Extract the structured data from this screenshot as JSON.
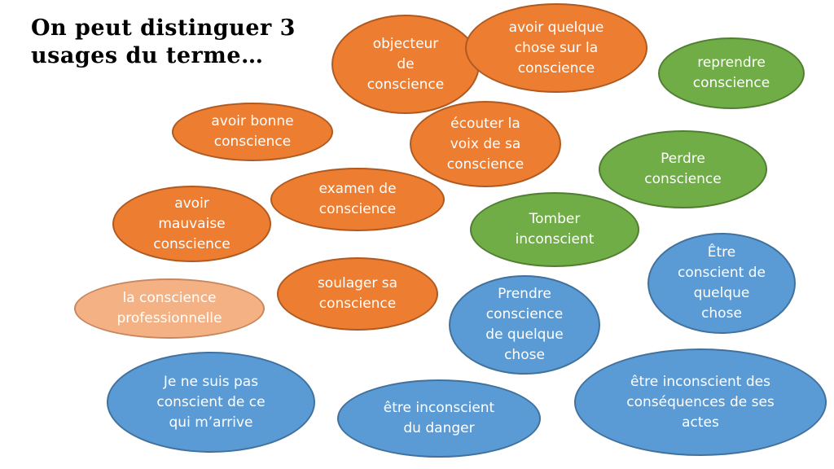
{
  "title": "On peut distinguer  3 usages du terme…",
  "colors": {
    "orange": "#ed7d31",
    "green": "#70ad47",
    "blue": "#5b9bd5",
    "peach": "#f4b183"
  },
  "bubbles": [
    {
      "text": "objecteur\nde\nconscience",
      "color": "orange"
    },
    {
      "text": "avoir quelque\nchose sur la\nconscience",
      "color": "orange"
    },
    {
      "text": "reprendre\nconscience",
      "color": "green"
    },
    {
      "text": "avoir bonne\nconscience",
      "color": "orange"
    },
    {
      "text": "écouter la\nvoix de sa\nconscience",
      "color": "orange"
    },
    {
      "text": "Perdre\nconscience",
      "color": "green"
    },
    {
      "text": "examen de\nconscience",
      "color": "orange"
    },
    {
      "text": "avoir\nmauvaise\nconscience",
      "color": "orange"
    },
    {
      "text": "Tomber\ninconscient",
      "color": "green"
    },
    {
      "text": "Être\nconscient de\nquelque\nchose",
      "color": "blue"
    },
    {
      "text": "la conscience\nprofessionnelle",
      "color": "peach"
    },
    {
      "text": "soulager sa\nconscience",
      "color": "orange"
    },
    {
      "text": "Prendre\nconscience\nde quelque\nchose",
      "color": "blue"
    },
    {
      "text": "Je ne suis pas\nconscient de ce\nqui m’arrive",
      "color": "blue"
    },
    {
      "text": "être inconscient\ndu danger",
      "color": "blue"
    },
    {
      "text": "être inconscient des\nconséquences de ses\nactes",
      "color": "blue"
    }
  ]
}
